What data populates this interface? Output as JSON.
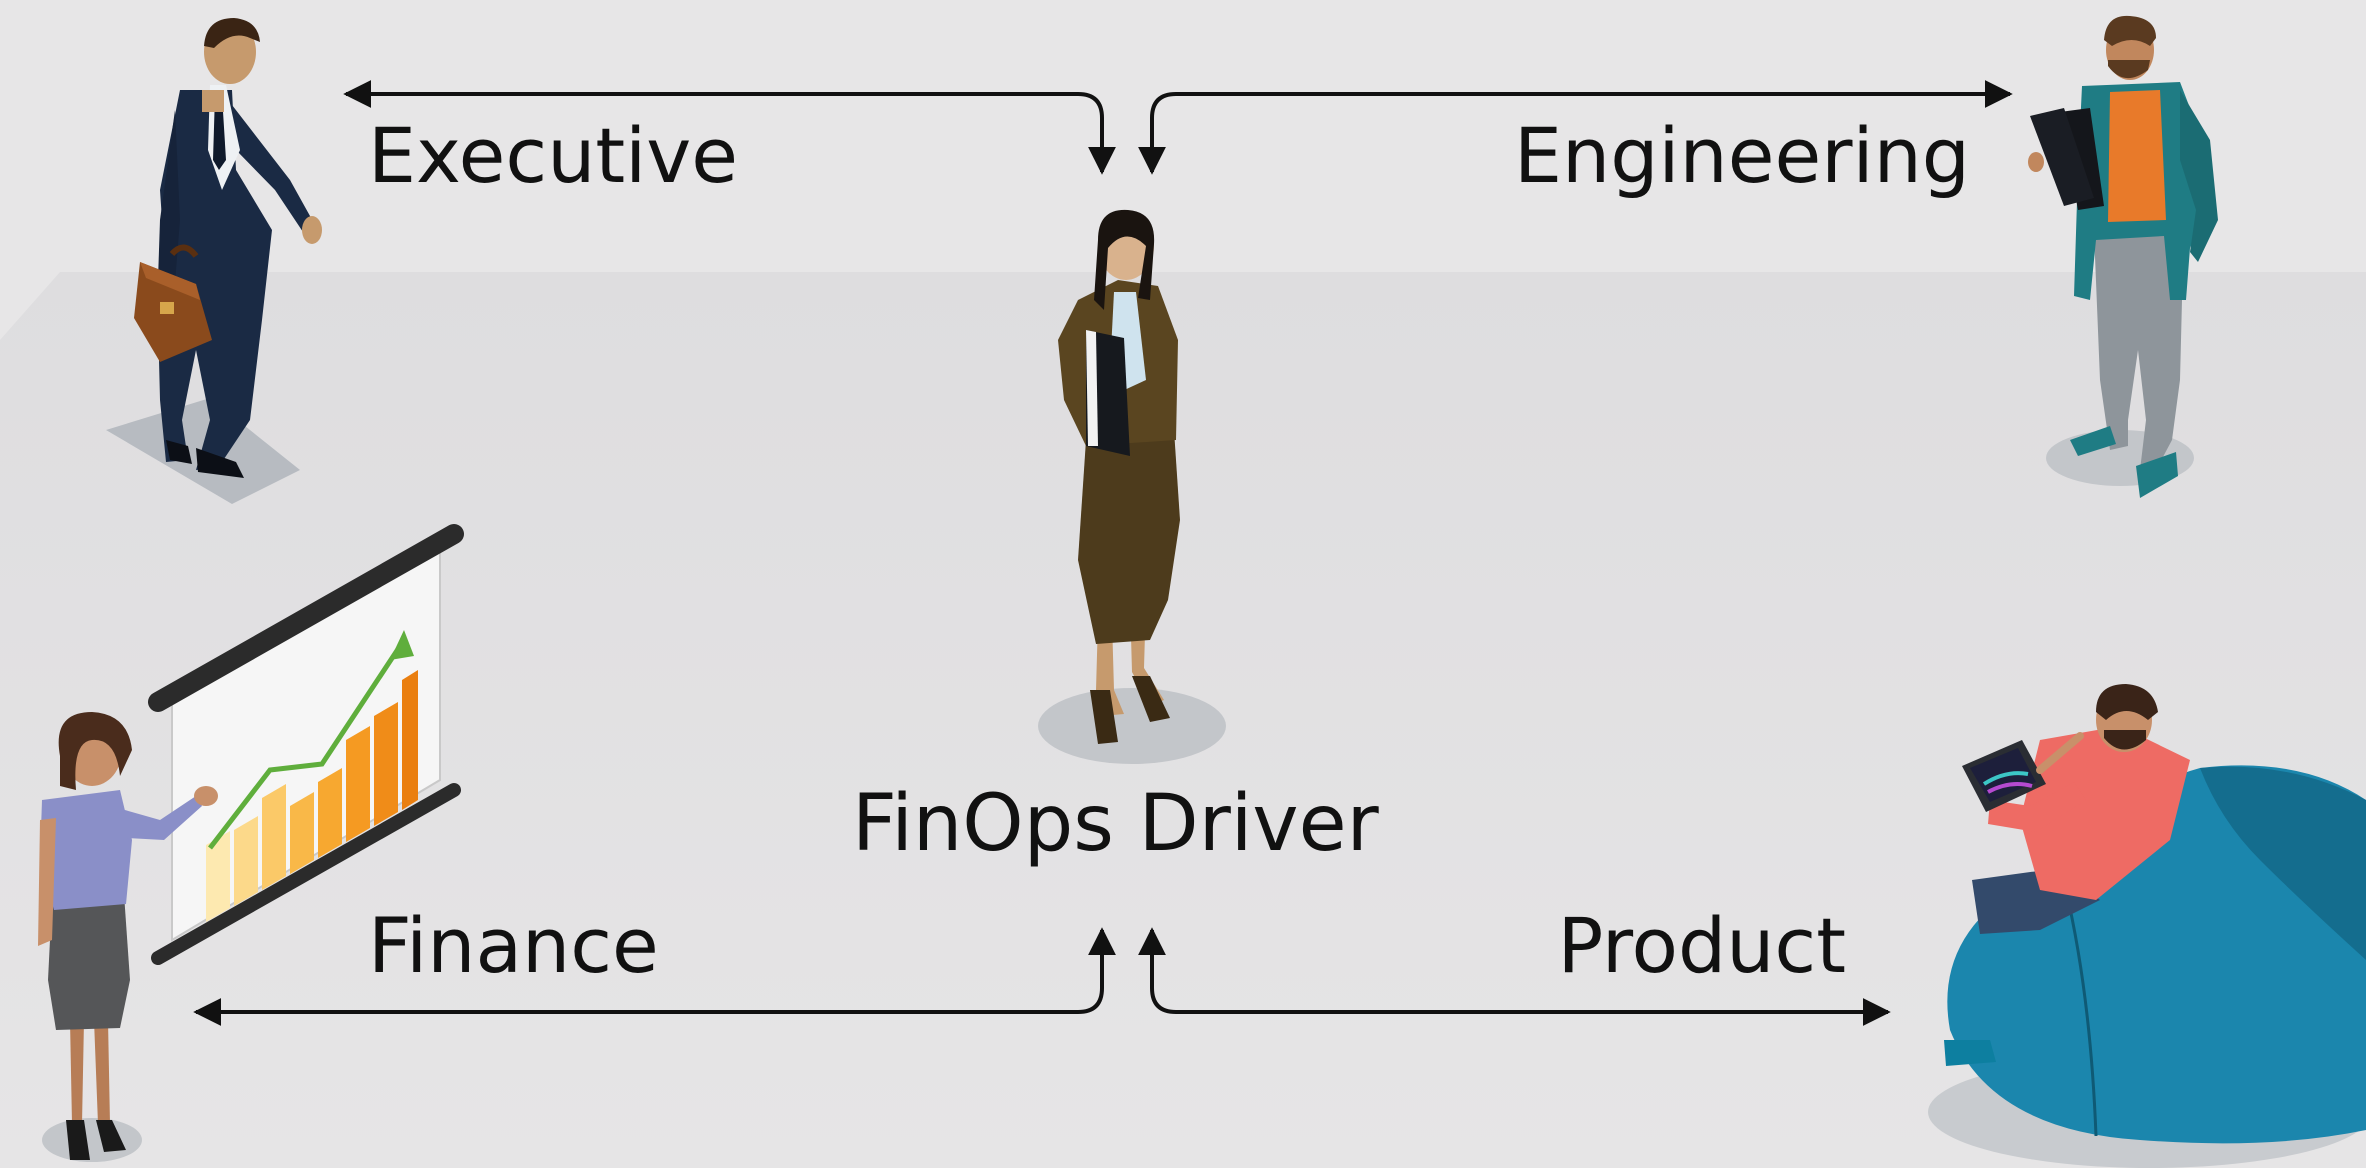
{
  "labels": {
    "executive": "Executive",
    "engineering": "Engineering",
    "finops_driver": "FinOps Driver",
    "finance": "Finance",
    "product": "Product"
  },
  "colors": {
    "background_top": "#e6e5e6",
    "floor": "#e0dfe0",
    "arrow": "#111111",
    "text": "#111111",
    "chart_bars": "#f5a020",
    "chart_line": "#5fae3c",
    "beanbag": "#1b86ad"
  },
  "icons": [
    "executive-person-icon",
    "engineer-person-icon",
    "finops-driver-person-icon",
    "finance-person-icon",
    "product-person-icon",
    "presentation-board-icon",
    "beanbag-chair-icon"
  ]
}
